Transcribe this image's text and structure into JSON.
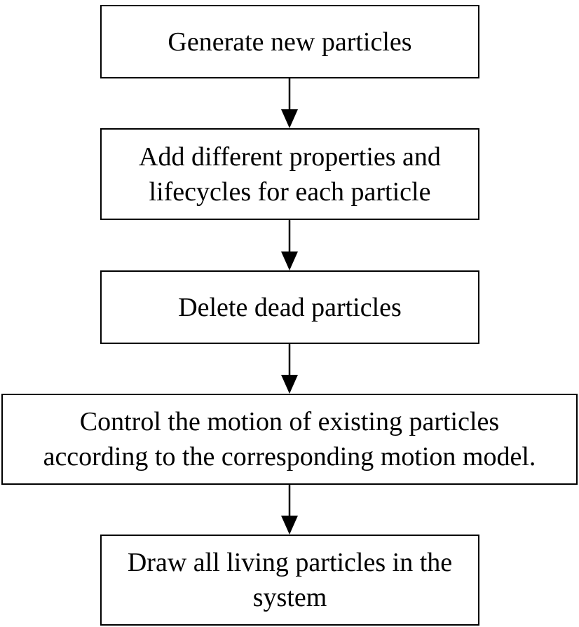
{
  "flowchart": {
    "steps": [
      {
        "text": "Generate new particles"
      },
      {
        "text": "Add different properties and\nlifecycles for each particle"
      },
      {
        "text": "Delete dead particles"
      },
      {
        "text": "Control the motion of existing particles\naccording to the corresponding motion model."
      },
      {
        "text": "Draw all living particles in the\nsystem"
      }
    ],
    "line_color": "#000000",
    "box_fill": "#ffffff"
  }
}
